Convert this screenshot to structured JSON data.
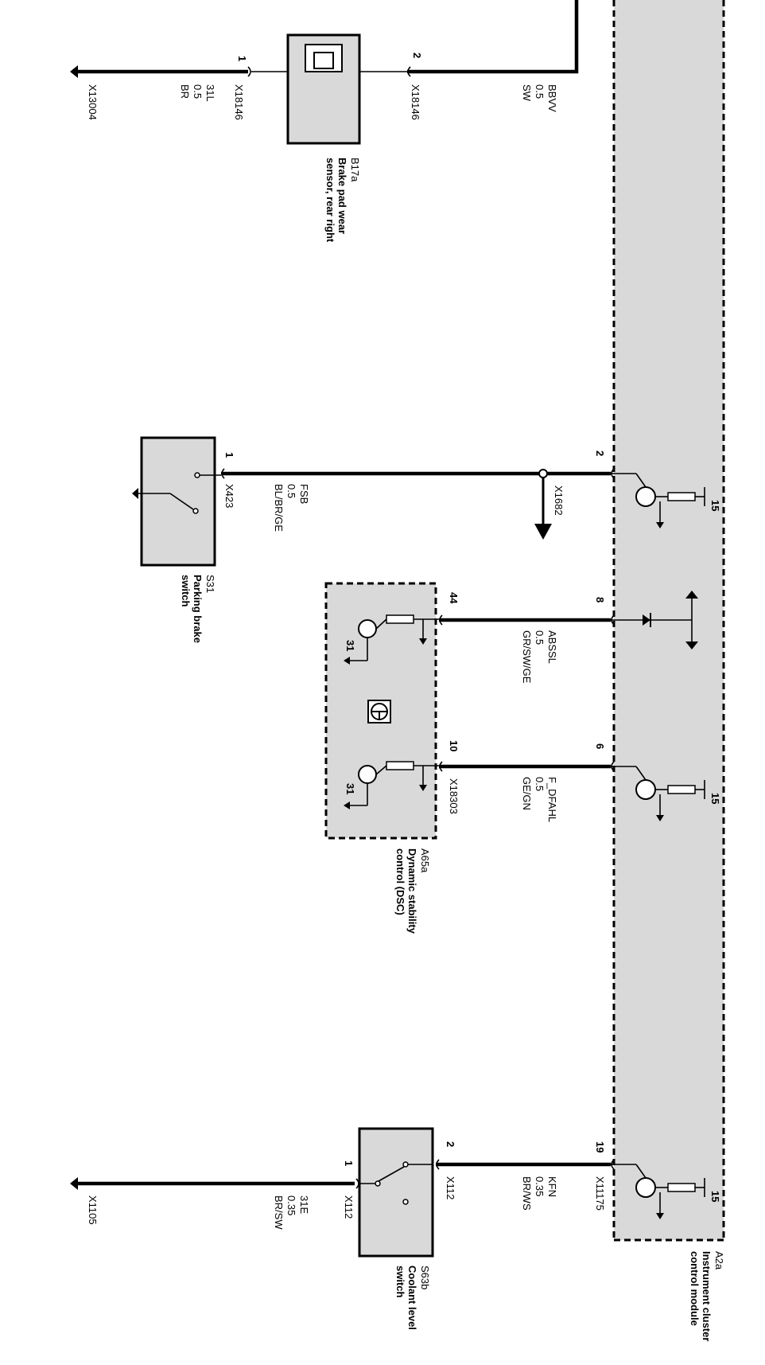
{
  "colors": {
    "module_fill": "#d9d9d9",
    "line": "#000000",
    "background": "#ffffff"
  },
  "icons": {
    "transistor": "transistor-symbol",
    "resistor": "resistor-symbol",
    "ground": "ground-arrow",
    "switch": "switch-symbol",
    "dsc_logo": "dsc-logo-icon"
  },
  "modules": {
    "a2a": {
      "code": "A2a",
      "name_line1": "Instrument cluster",
      "name_line2": "control module"
    },
    "a65a": {
      "code": "A65a",
      "name_line1": "Dynamic stability",
      "name_line2": "control (DSC)",
      "ground_left": "31",
      "ground_right": "31"
    },
    "b17a": {
      "code": "B17a",
      "name_line1": "Brake pad wear",
      "name_line2": "sensor, rear right"
    },
    "s31": {
      "code": "S31",
      "name_line1": "Parking brake",
      "name_line2": "switch"
    },
    "s63b": {
      "code": "S63b",
      "name_line1": "Coolant level",
      "name_line2": "switch"
    }
  },
  "supply_labels": {
    "s1": "15",
    "s2": "15",
    "s3": "15"
  },
  "wires": {
    "bbvv": {
      "name": "BBVV",
      "size": "0.5",
      "color": "SW",
      "connector": "X18146",
      "pin": "2"
    },
    "brake_ground": {
      "name": "31L",
      "size": "0.5",
      "color": "BR",
      "connector": "X18146",
      "pin": "1",
      "ground": "X13004"
    },
    "fsb": {
      "name": "FSB",
      "size": "0.5",
      "color": "BL/BR/GE",
      "connector": "X423",
      "pin": "1",
      "module_pin": "2",
      "splice": "X1682"
    },
    "abssl": {
      "name": "ABSSL",
      "size": "0.5",
      "color": "GR/SW/GE",
      "module_pin": "8",
      "dsc_pin": "44"
    },
    "fdfahl": {
      "name": "F_DFAHL",
      "size": "0.5",
      "color": "GE/GN",
      "module_pin": "6",
      "dsc_pin": "10",
      "connector": "X18303"
    },
    "kfn": {
      "name": "KFN",
      "size": "0.35",
      "color": "BR/WS",
      "module_pin": "19",
      "module_connector": "X11175",
      "switch_pin": "2",
      "switch_connector": "X112"
    },
    "coolant_ground": {
      "name": "31E",
      "size": "0.35",
      "color": "BR/SW",
      "pin": "1",
      "connector": "X112",
      "ground": "X1105"
    }
  }
}
